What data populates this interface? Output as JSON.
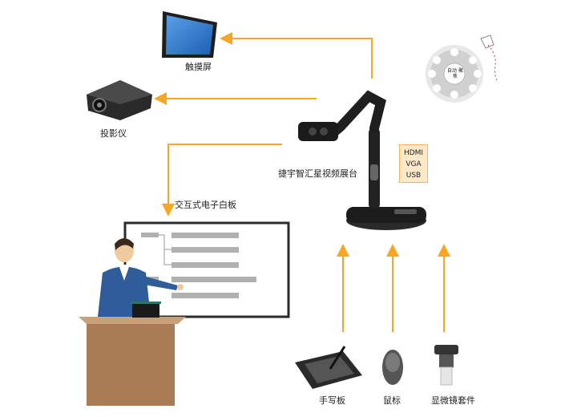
{
  "devices": {
    "touchscreen": "触摸屏",
    "projector": "投影仪",
    "whiteboard": "交互式电子白板",
    "doc_camera": "捷宇智汇星视频展台",
    "tablet": "手写板",
    "mouse": "鼠标",
    "microscope": "显微镜套件"
  },
  "ports": [
    "HDMI",
    "VGA",
    "USB"
  ],
  "control_panel": {
    "center": "自动 聚焦"
  },
  "colors": {
    "arrow": "#f5a623",
    "board_line": "#2b2b2b",
    "board_text_bar": "#b0b0b0",
    "podium": "#a97c55",
    "suit": "#2f5d99"
  }
}
